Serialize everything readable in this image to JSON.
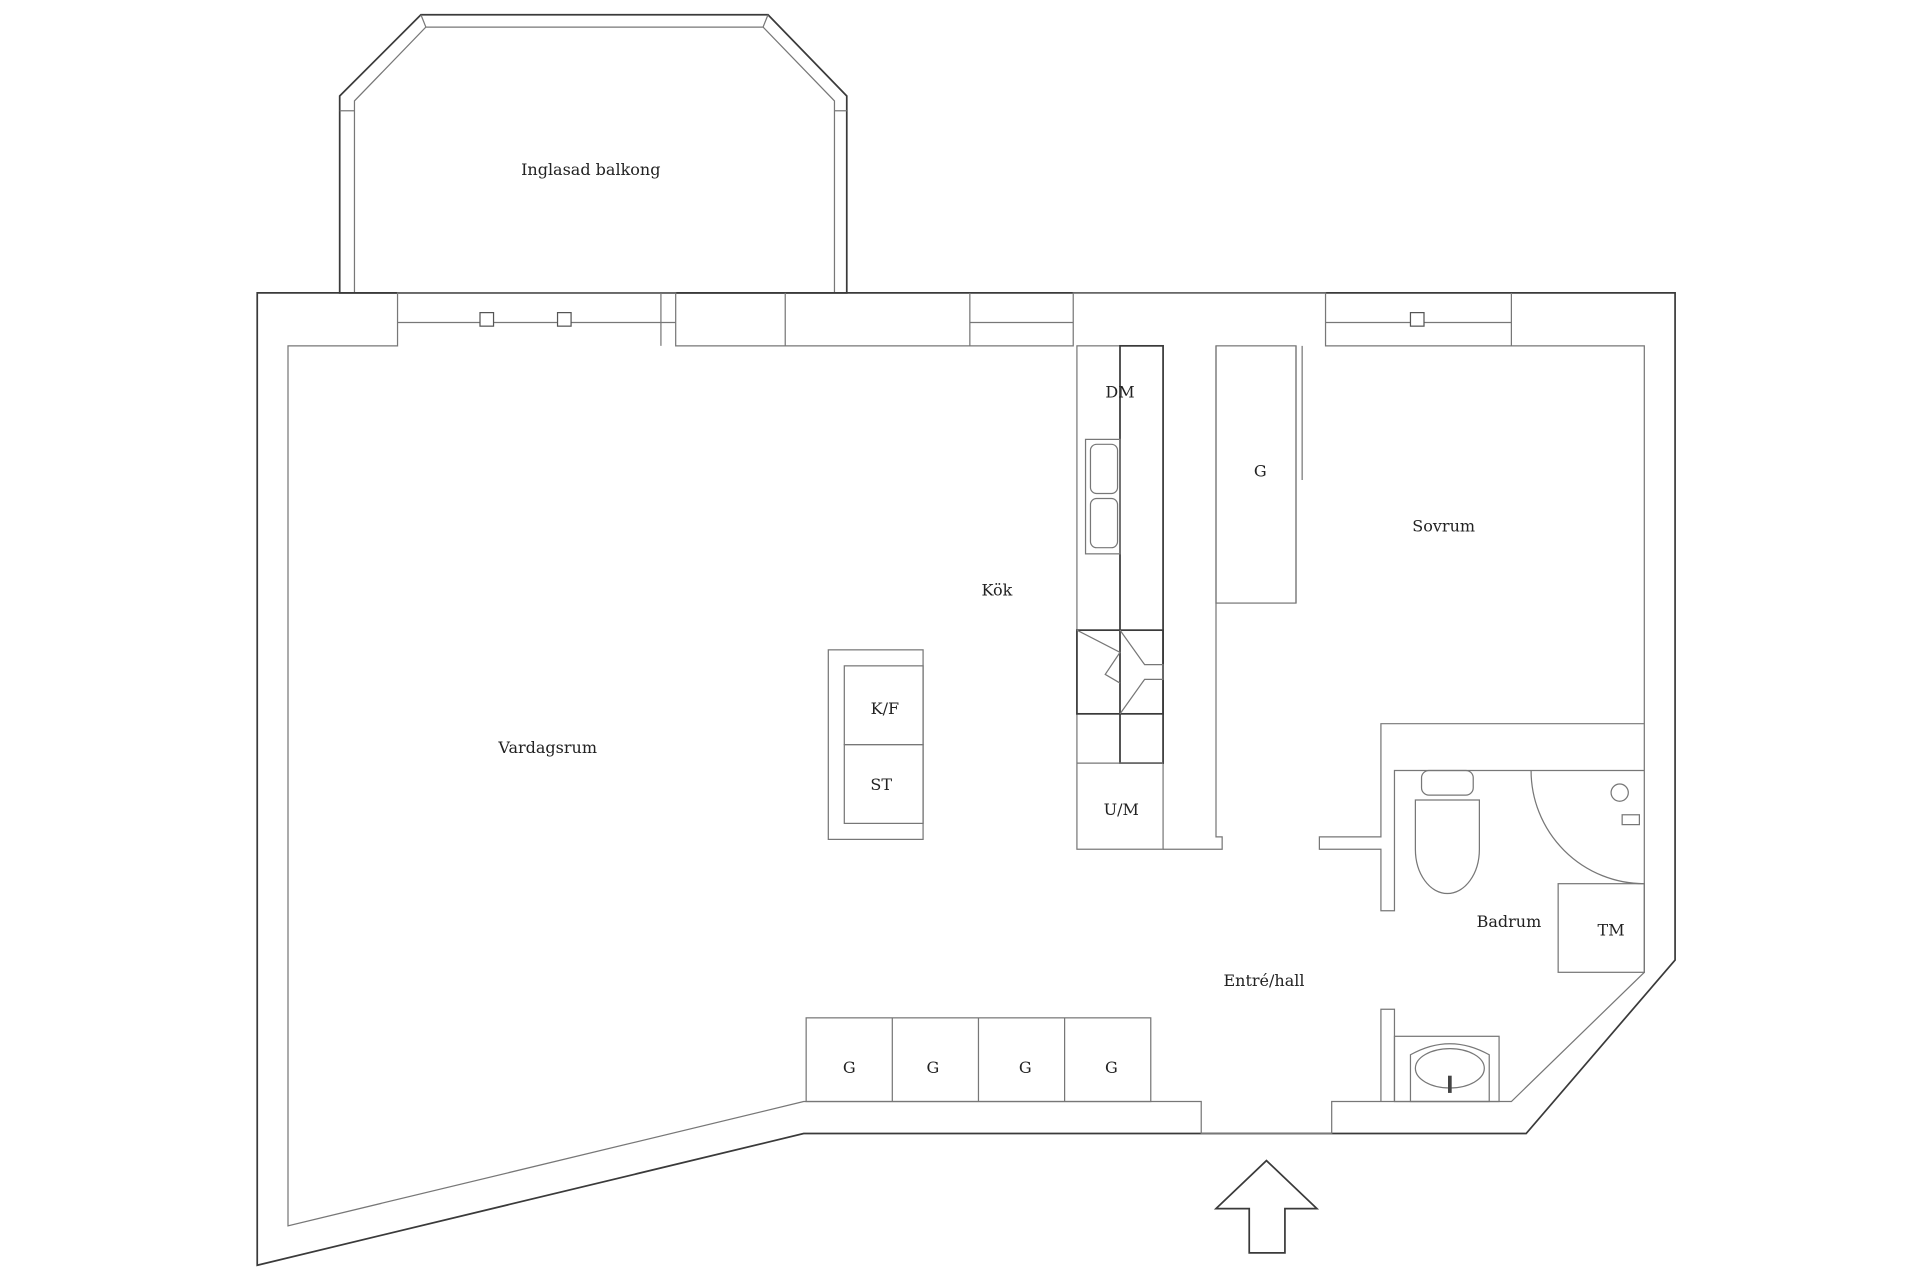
{
  "rooms": {
    "balcony": "Inglasad balkong",
    "living": "Vardagsrum",
    "kitchen": "Kök",
    "bedroom": "Sovrum",
    "bathroom": "Badrum",
    "hall": "Entré/hall"
  },
  "fixtures": {
    "dishwasher": "DM",
    "fridge_freezer": "K/F",
    "stove": "ST",
    "oven_micro": "U/M",
    "wardrobe": "G",
    "washer": "TM",
    "hall_wardrobes": [
      "G",
      "G",
      "G",
      "G"
    ]
  },
  "colors": {
    "wall": "#3a3a3a",
    "background": "#ffffff"
  }
}
